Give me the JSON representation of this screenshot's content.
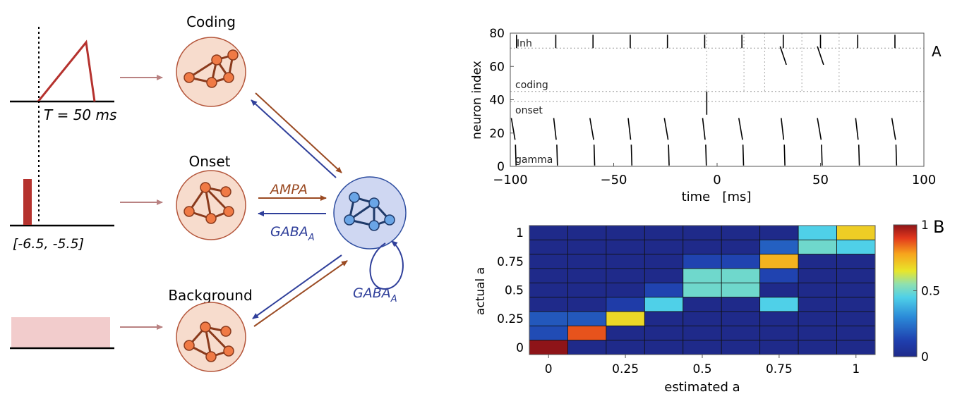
{
  "diagram": {
    "coding_label": "Coding",
    "onset_label": "Onset",
    "background_label": "Background",
    "T_label": "T = 50 ms",
    "interval_label": "[-6.5, -5.5]",
    "ampa_label": "AMPA",
    "gaba_label": "GABA",
    "gaba_sub": "A",
    "colors": {
      "excitatory_fill": "#f7dccd",
      "excitatory_edge": "#b4553a",
      "node_orange": "#f07a45",
      "inhibitory_fill": "#cfd7f2",
      "inhibitory_edge": "#2f4ea0",
      "node_blue": "#6aa5e6",
      "ampa_arrow": "#9a4a22",
      "gaba_arrow": "#2f3f9a",
      "stim_red": "#b5322e",
      "background_pink": "#f2cccc",
      "input_arrow": "#b98282"
    }
  },
  "chart_data": [
    {
      "type": "scatter",
      "panel_label": "A",
      "xlabel": "time   [ms]",
      "ylabel": "neuron index",
      "xlim": [
        -100,
        100
      ],
      "ylim": [
        0,
        80
      ],
      "xticks": [
        "−100",
        "−50",
        "0",
        "50",
        "100"
      ],
      "yticks": [
        "0",
        "20",
        "40",
        "60",
        "80"
      ],
      "group_labels": [
        "Inh",
        "coding",
        "onset",
        "gamma"
      ],
      "group_boundaries": [
        71,
        45,
        39
      ],
      "inh_spike_times": [
        -97,
        -78,
        -60,
        -42,
        -24,
        -6,
        12,
        32,
        50,
        68,
        86
      ],
      "coding_volley_times": [
        32,
        50
      ],
      "onset_spike_time": -5,
      "gamma_spike_times": [
        -98,
        -78,
        -60,
        -42,
        -24,
        -6,
        12,
        32,
        50,
        68,
        86
      ]
    },
    {
      "type": "heatmap",
      "panel_label": "B",
      "xlabel": "estimated a",
      "ylabel": "actual a",
      "xticks": [
        "0",
        "0.25",
        "0.5",
        "0.75",
        "1"
      ],
      "yticks": [
        "0",
        "0.25",
        "0.5",
        "0.75",
        "1"
      ],
      "colorbar_ticks": [
        "0",
        "0.5",
        "1"
      ],
      "value_range": [
        0,
        1
      ],
      "values": [
        [
          0.0,
          0.0,
          0.0,
          0.0,
          0.0,
          0.0,
          0.0,
          0.45,
          0.7
        ],
        [
          0.0,
          0.0,
          0.0,
          0.0,
          0.0,
          0.0,
          0.2,
          0.5,
          0.45
        ],
        [
          0.0,
          0.0,
          0.0,
          0.0,
          0.13,
          0.13,
          0.75,
          0.0,
          0.0
        ],
        [
          0.0,
          0.0,
          0.0,
          0.0,
          0.5,
          0.5,
          0.13,
          0.0,
          0.0
        ],
        [
          0.0,
          0.0,
          0.0,
          0.13,
          0.5,
          0.5,
          0.0,
          0.0,
          0.0
        ],
        [
          0.0,
          0.0,
          0.1,
          0.45,
          0.0,
          0.0,
          0.45,
          0.0,
          0.0
        ],
        [
          0.18,
          0.18,
          0.68,
          0.0,
          0.0,
          0.0,
          0.0,
          0.0,
          0.0
        ],
        [
          0.15,
          0.87,
          0.0,
          0.0,
          0.0,
          0.0,
          0.0,
          0.0,
          0.0
        ],
        [
          1.0,
          0.0,
          0.0,
          0.0,
          0.0,
          0.0,
          0.0,
          0.0,
          0.0
        ]
      ]
    }
  ]
}
